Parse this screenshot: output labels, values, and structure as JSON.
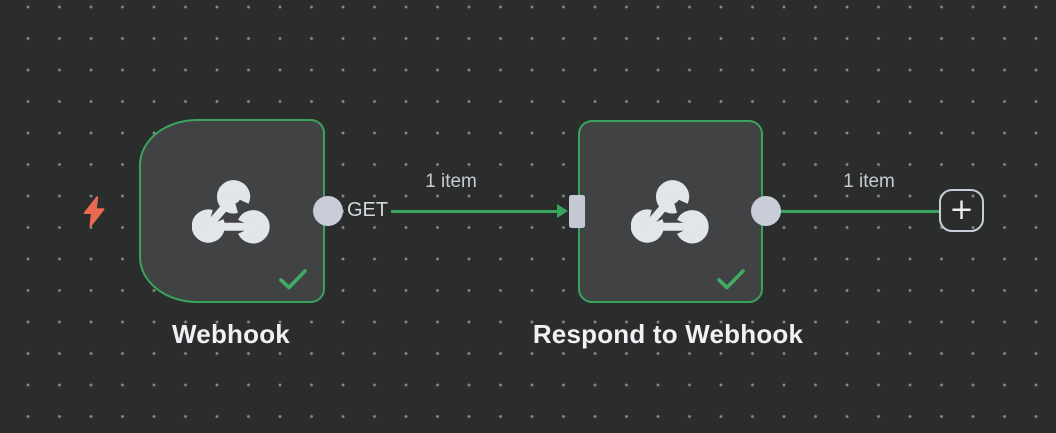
{
  "canvas": {
    "app": "n8n workflow editor",
    "background_color": "#2b2c2c",
    "grid": "dotted"
  },
  "trigger_indicator": {
    "icon": "lightning-bolt-icon",
    "color": "#e96a51"
  },
  "nodes": [
    {
      "id": "webhook",
      "label": "Webhook",
      "shape": "trigger-rounded-left",
      "status": "success",
      "icon": "webhook-icon",
      "border_color": "#3aa45e"
    },
    {
      "id": "respond-to-webhook",
      "label": "Respond to Webhook",
      "shape": "rounded-square",
      "status": "success",
      "icon": "webhook-icon",
      "border_color": "#3aa45e"
    }
  ],
  "connections": [
    {
      "from": "Webhook",
      "to": "Respond to Webhook",
      "items_label": "1 item",
      "method_label": "GET"
    },
    {
      "from": "Respond to Webhook",
      "to": "add-node-button",
      "items_label": "1 item"
    }
  ],
  "add_node_button": {
    "glyph": "+"
  },
  "colors": {
    "success_green": "#3aa45e",
    "node_fill": "#414244",
    "connector_gray": "#c8cdd7",
    "accent_coral": "#e96a51",
    "label_text": "#f0f1f4"
  }
}
